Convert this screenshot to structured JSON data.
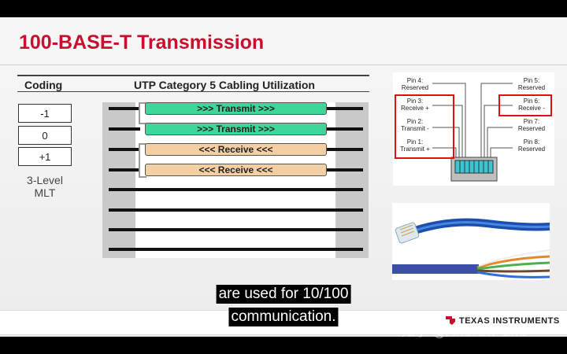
{
  "slide": {
    "title": "100-BASE-T Transmission",
    "table": {
      "col_coding": "Coding",
      "col_utp": "UTP Category 5 Cabling Utilization"
    },
    "levels": [
      "-1",
      "0",
      "+1"
    ],
    "mlt_line1": "3-Level",
    "mlt_line2": "MLT",
    "pairs": [
      {
        "label": ">>> Transmit >>>",
        "kind": "transmit",
        "color": "#3fd69a"
      },
      {
        "label": ">>> Transmit >>>",
        "kind": "transmit",
        "color": "#3fd69a"
      },
      {
        "label": "<<< Receive <<<",
        "kind": "receive",
        "color": "#f4cfa4"
      },
      {
        "label": "<<< Receive <<<",
        "kind": "receive",
        "color": "#f4cfa4"
      }
    ],
    "pinout": {
      "pin4": [
        "Pin 4:",
        "Reserved"
      ],
      "pin3": [
        "Pin 3:",
        "Receive +"
      ],
      "pin2": [
        "Pin 2:",
        "Transmit -"
      ],
      "pin1": [
        "Pin 1:",
        "Transmit +"
      ],
      "pin5": [
        "Pin 5:",
        "Reserved"
      ],
      "pin6": [
        "Pin 6:",
        "Receive -"
      ],
      "pin7": [
        "Pin 7:",
        "Reserved"
      ],
      "pin8": [
        "Pin 8:",
        "Reserved"
      ]
    },
    "logo_text": "TEXAS INSTRUMENTS"
  },
  "subtitle": {
    "line1": "are used for 10/100",
    "line2": "communication."
  },
  "watermark": "知乎 @Andrew Chu",
  "colors": {
    "title_red": "#c8102e",
    "highlight_red": "#dd1111",
    "transmit_green": "#3fd69a",
    "receive_tan": "#f4cfa4"
  }
}
